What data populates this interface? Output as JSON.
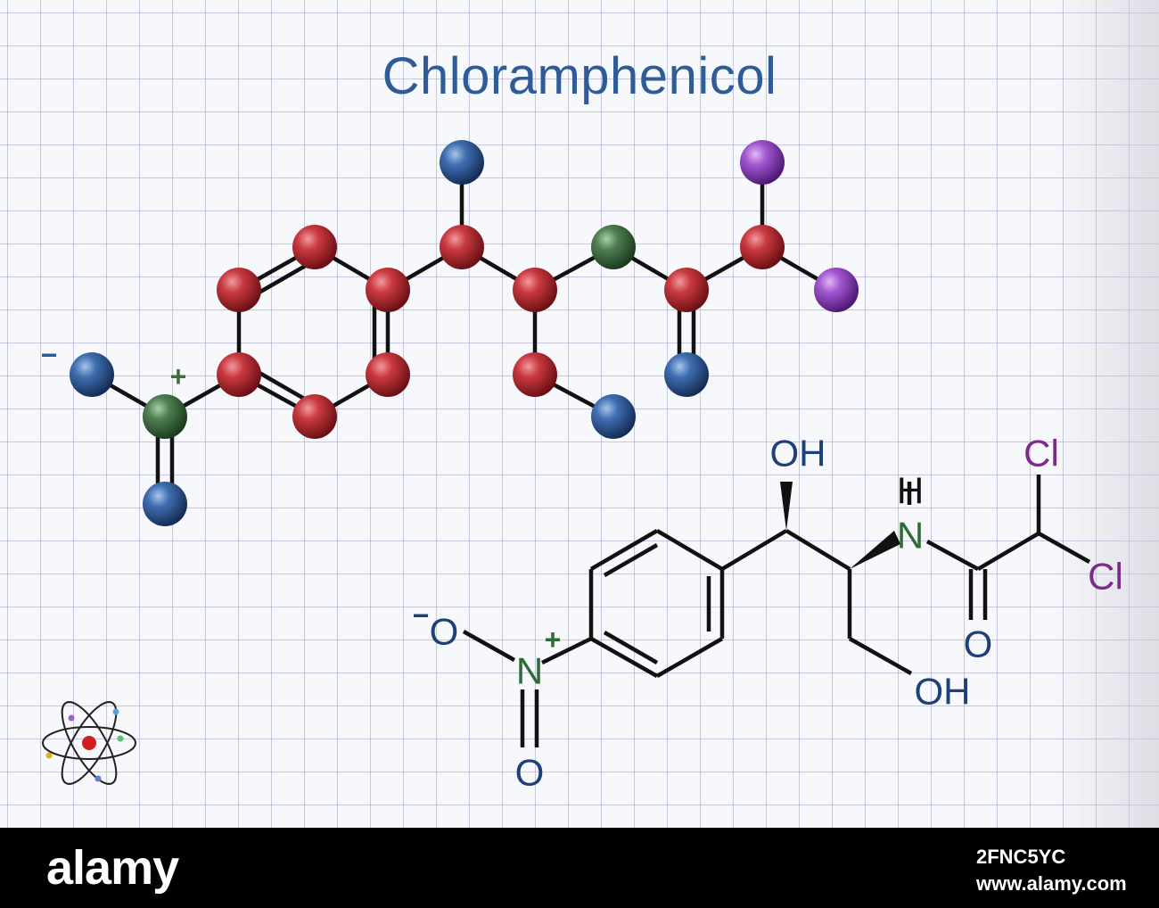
{
  "title": "Chloramphenicol",
  "colors": {
    "title": "#2f5c96",
    "carbon_ball": "#b8262c",
    "oxygen_ball": "#2c5a98",
    "nitrogen_ball": "#3d6b3f",
    "chlorine_ball": "#9a4cc4",
    "oxygen_label": "#1f3f78",
    "nitrogen_label": "#2e6b36",
    "chlorine_label": "#7d2a8a",
    "footer": "#000000"
  },
  "labels": {
    "oh_top": "OH",
    "h_amide": "H",
    "n_amide": "N",
    "cl_top": "Cl",
    "cl_right": "Cl",
    "o_carbonyl": "O",
    "oh_bottom": "OH",
    "o_minus": "O",
    "n_nitro": "N",
    "o_nitro": "O",
    "charge_minus_ball": "−",
    "charge_plus_ball": "+",
    "charge_minus_skel": "−",
    "charge_plus_skel": "+"
  },
  "icons": {
    "atom": "atom-icon"
  },
  "footer": {
    "logo": "alamy",
    "image_id": "2FNC5YC",
    "site": "www.alamy.com"
  }
}
